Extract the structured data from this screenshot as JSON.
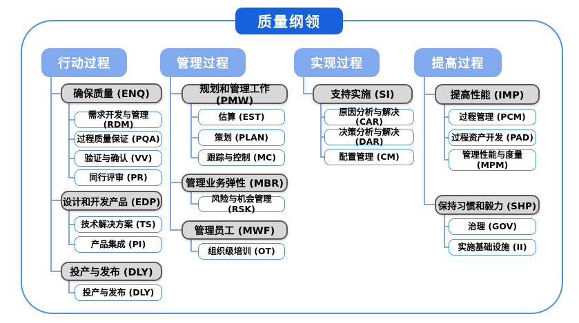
{
  "diagram": {
    "title": "质量纲领",
    "columns": [
      {
        "header": "行动过程",
        "groups": [
          {
            "label": "确保质量 (ENQ)",
            "children": [
              "需求开发与管理 (RDM)",
              "过程质量保证 (PQA)",
              "验证与确认 (VV)",
              "同行评审 (PR)"
            ]
          },
          {
            "label": "设计和开发产品 (EDP)",
            "children": [
              "技术解决方案 (TS)",
              "产品集成 (PI)"
            ]
          },
          {
            "label": "投产与发布 (DLY)",
            "children": [
              "投产与发布 (DLY)"
            ]
          }
        ]
      },
      {
        "header": "管理过程",
        "groups": [
          {
            "label": "规划和管理工作 (PMW)",
            "children": [
              "估算 (EST)",
              "策划 (PLAN)",
              "跟踪与控制 (MC)"
            ]
          },
          {
            "label": "管理业务弹性 (MBR)",
            "children": [
              "风险与机会管理 (RSK)"
            ]
          },
          {
            "label": "管理员工 (MWF)",
            "children": [
              "组织级培训 (OT)"
            ]
          }
        ]
      },
      {
        "header": "实现过程",
        "groups": [
          {
            "label": "支持实施 (SI)",
            "children": [
              "原因分析与解决 (CAR)",
              "决策分析与解决 (DAR)",
              "配置管理 (CM)"
            ]
          }
        ]
      },
      {
        "header": "提高过程",
        "groups": [
          {
            "label": "提高性能 (IMP)",
            "children": [
              "过程管理 (PCM)",
              "过程资产开发 (PAD)",
              "管理性能与度量 (MPM)"
            ]
          },
          {
            "label": "保持习惯和毅力 (SHP)",
            "children": [
              "治理 (GOV)",
              "实施基础设施 (II)"
            ]
          }
        ]
      }
    ]
  },
  "colors": {
    "title_bg": "#1662dd",
    "column_header_bg": "#81aaee",
    "group_bg": "#d8d8d8",
    "group_border": "#595959",
    "leaf_border": "#4a90e2",
    "connector": "#7da7f0",
    "frame_border": "#4a90e2"
  }
}
